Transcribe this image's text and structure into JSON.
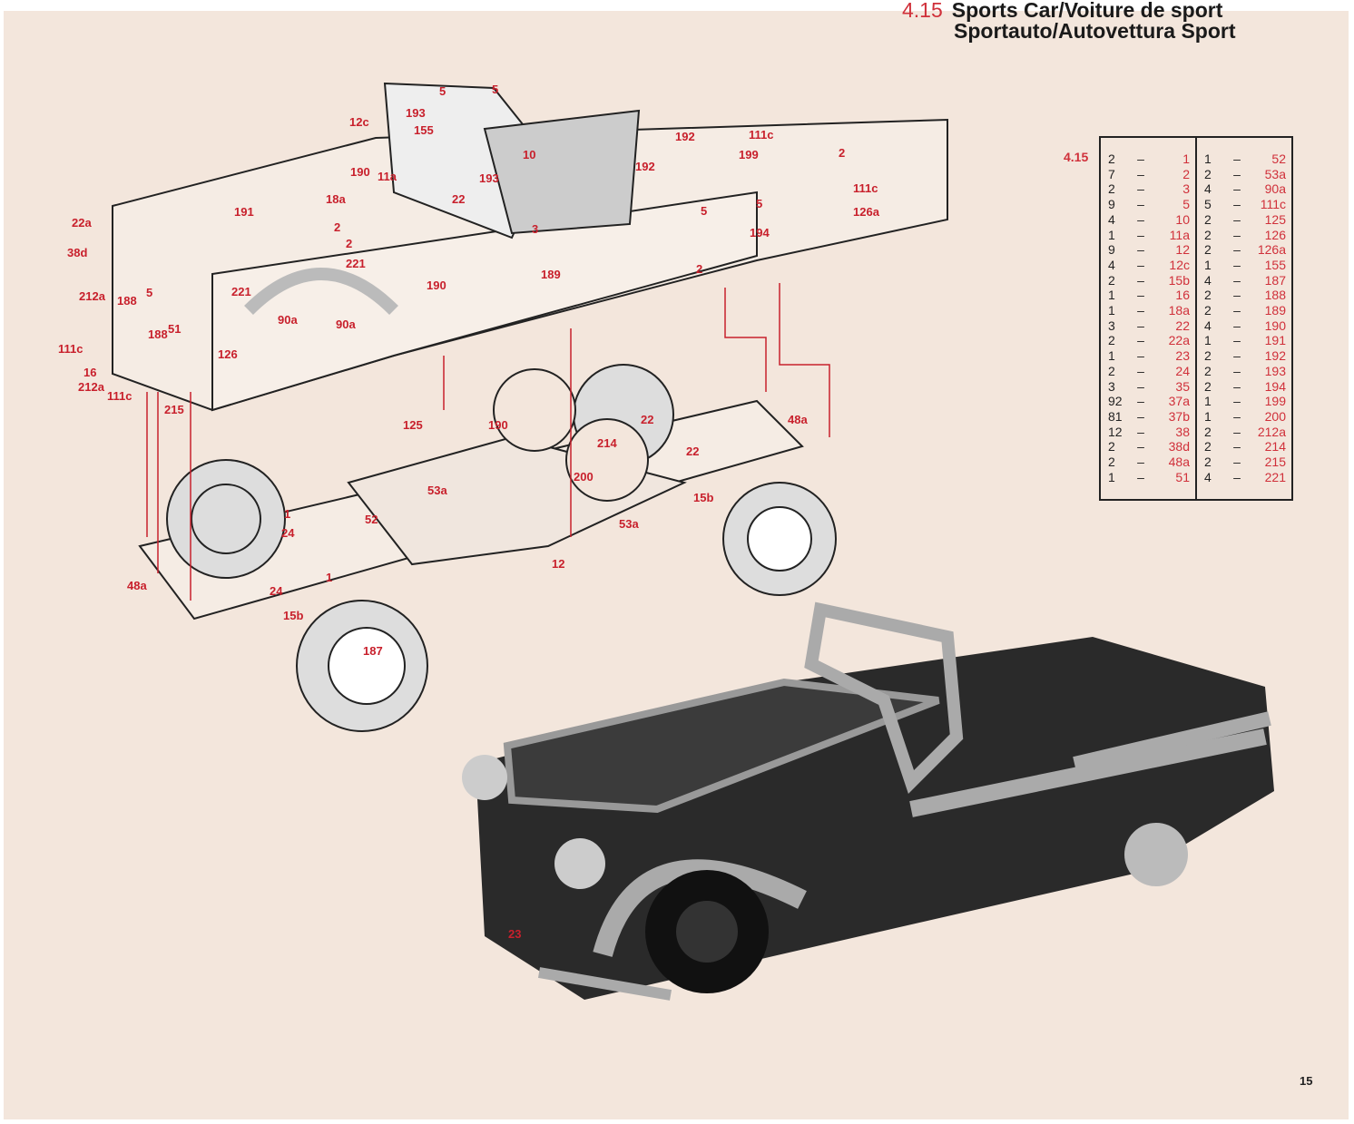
{
  "header": {
    "model_number": "4.15",
    "title_line1": "Sports Car/Voiture de sport",
    "title_line2": "Sportauto/Autovettura Sport"
  },
  "parts_list": {
    "set_label": "4.15",
    "left": [
      [
        "2",
        "1"
      ],
      [
        "7",
        "2"
      ],
      [
        "2",
        "3"
      ],
      [
        "9",
        "5"
      ],
      [
        "4",
        "10"
      ],
      [
        "1",
        "11a"
      ],
      [
        "9",
        "12"
      ],
      [
        "4",
        "12c"
      ],
      [
        "2",
        "15b"
      ],
      [
        "1",
        "16"
      ],
      [
        "1",
        "18a"
      ],
      [
        "3",
        "22"
      ],
      [
        "2",
        "22a"
      ],
      [
        "1",
        "23"
      ],
      [
        "2",
        "24"
      ],
      [
        "3",
        "35"
      ],
      [
        "92",
        "37a"
      ],
      [
        "81",
        "37b"
      ],
      [
        "12",
        "38"
      ],
      [
        "2",
        "38d"
      ],
      [
        "2",
        "48a"
      ],
      [
        "1",
        "51"
      ]
    ],
    "right": [
      [
        "1",
        "52"
      ],
      [
        "2",
        "53a"
      ],
      [
        "4",
        "90a"
      ],
      [
        "5",
        "111c"
      ],
      [
        "2",
        "125"
      ],
      [
        "2",
        "126"
      ],
      [
        "2",
        "126a"
      ],
      [
        "1",
        "155"
      ],
      [
        "4",
        "187"
      ],
      [
        "2",
        "188"
      ],
      [
        "2",
        "189"
      ],
      [
        "4",
        "190"
      ],
      [
        "1",
        "191"
      ],
      [
        "2",
        "192"
      ],
      [
        "2",
        "193"
      ],
      [
        "2",
        "194"
      ],
      [
        "1",
        "199"
      ],
      [
        "1",
        "200"
      ],
      [
        "2",
        "212a"
      ],
      [
        "2",
        "214"
      ],
      [
        "2",
        "215"
      ],
      [
        "4",
        "221"
      ]
    ]
  },
  "diagram_labels": [
    "193",
    "155",
    "5",
    "5",
    "12c",
    "10",
    "192",
    "192",
    "111c",
    "199",
    "2",
    "111c",
    "126a",
    "190",
    "11a",
    "193",
    "22",
    "18a",
    "191",
    "22a",
    "38d",
    "2",
    "2",
    "3",
    "5",
    "5",
    "194",
    "221",
    "221",
    "189",
    "190",
    "2",
    "212a",
    "188",
    "5",
    "51",
    "188",
    "126",
    "90a",
    "90a",
    "111c",
    "16",
    "212a",
    "111c",
    "215",
    "125",
    "190",
    "22",
    "48a",
    "214",
    "22",
    "200",
    "53a",
    "15b",
    "52",
    "53a",
    "1",
    "24",
    "12",
    "1",
    "48a",
    "24",
    "15b",
    "187",
    "23"
  ],
  "page_number": "15",
  "colors": {
    "paper": "#f3e6dc",
    "label_red": "#c8202c",
    "ink": "#222222"
  }
}
